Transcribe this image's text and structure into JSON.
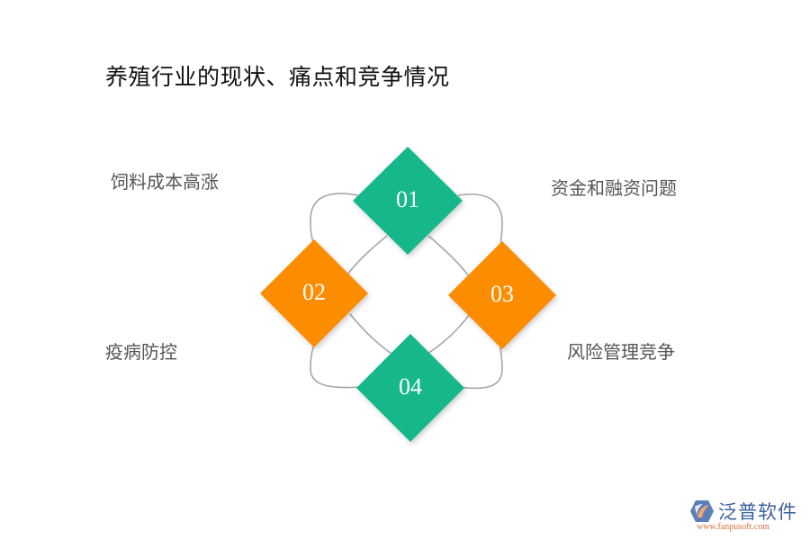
{
  "title": "养殖行业的现状、痛点和竞争情况",
  "items": [
    {
      "number": "01",
      "label": "饲料成本高涨",
      "color": "#14b78a"
    },
    {
      "number": "02",
      "label": "疫病防控",
      "color": "#fc8c00"
    },
    {
      "number": "03",
      "label": "资金和融资问题",
      "color": "#fc8c00"
    },
    {
      "number": "04",
      "label": "风险管理竞争",
      "color": "#14b78a"
    }
  ],
  "colors": {
    "green": "#14b78a",
    "orange": "#fc8c00",
    "connector": "#a6a6a6",
    "title_text": "#111111",
    "label_text": "#555555"
  },
  "logo": {
    "name": "泛普软件",
    "url": "www.fanpusoft.com",
    "icon": "fanpu-logo-icon"
  }
}
